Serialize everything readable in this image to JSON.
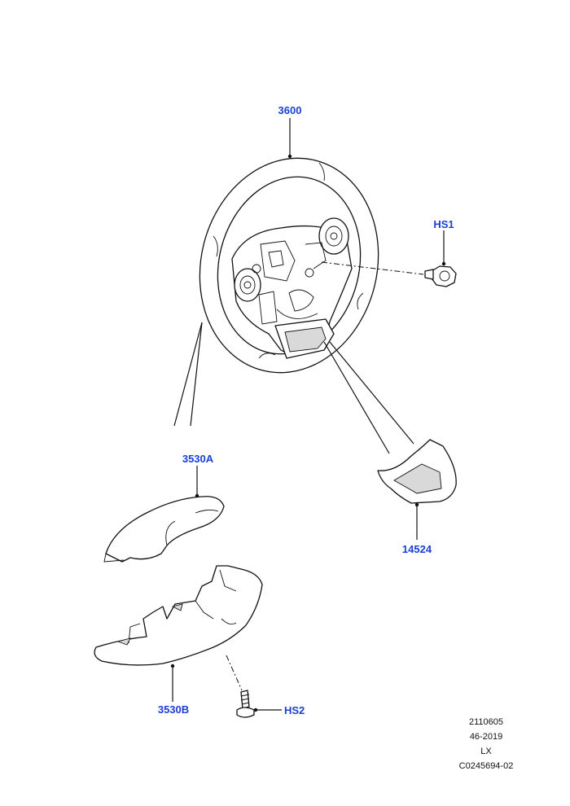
{
  "callouts": {
    "steering_wheel": "3600",
    "bolt": "HS1",
    "upper_shroud": "3530A",
    "trim_panel": "14524",
    "lower_shroud": "3530B",
    "screw": "HS2"
  },
  "reference": {
    "line1": "2110605",
    "line2": "46-2019",
    "line3": "LX",
    "line4": "C0245694-02"
  },
  "colors": {
    "callout_text": "#1a3fd6",
    "line": "#111111",
    "background": "#ffffff"
  }
}
